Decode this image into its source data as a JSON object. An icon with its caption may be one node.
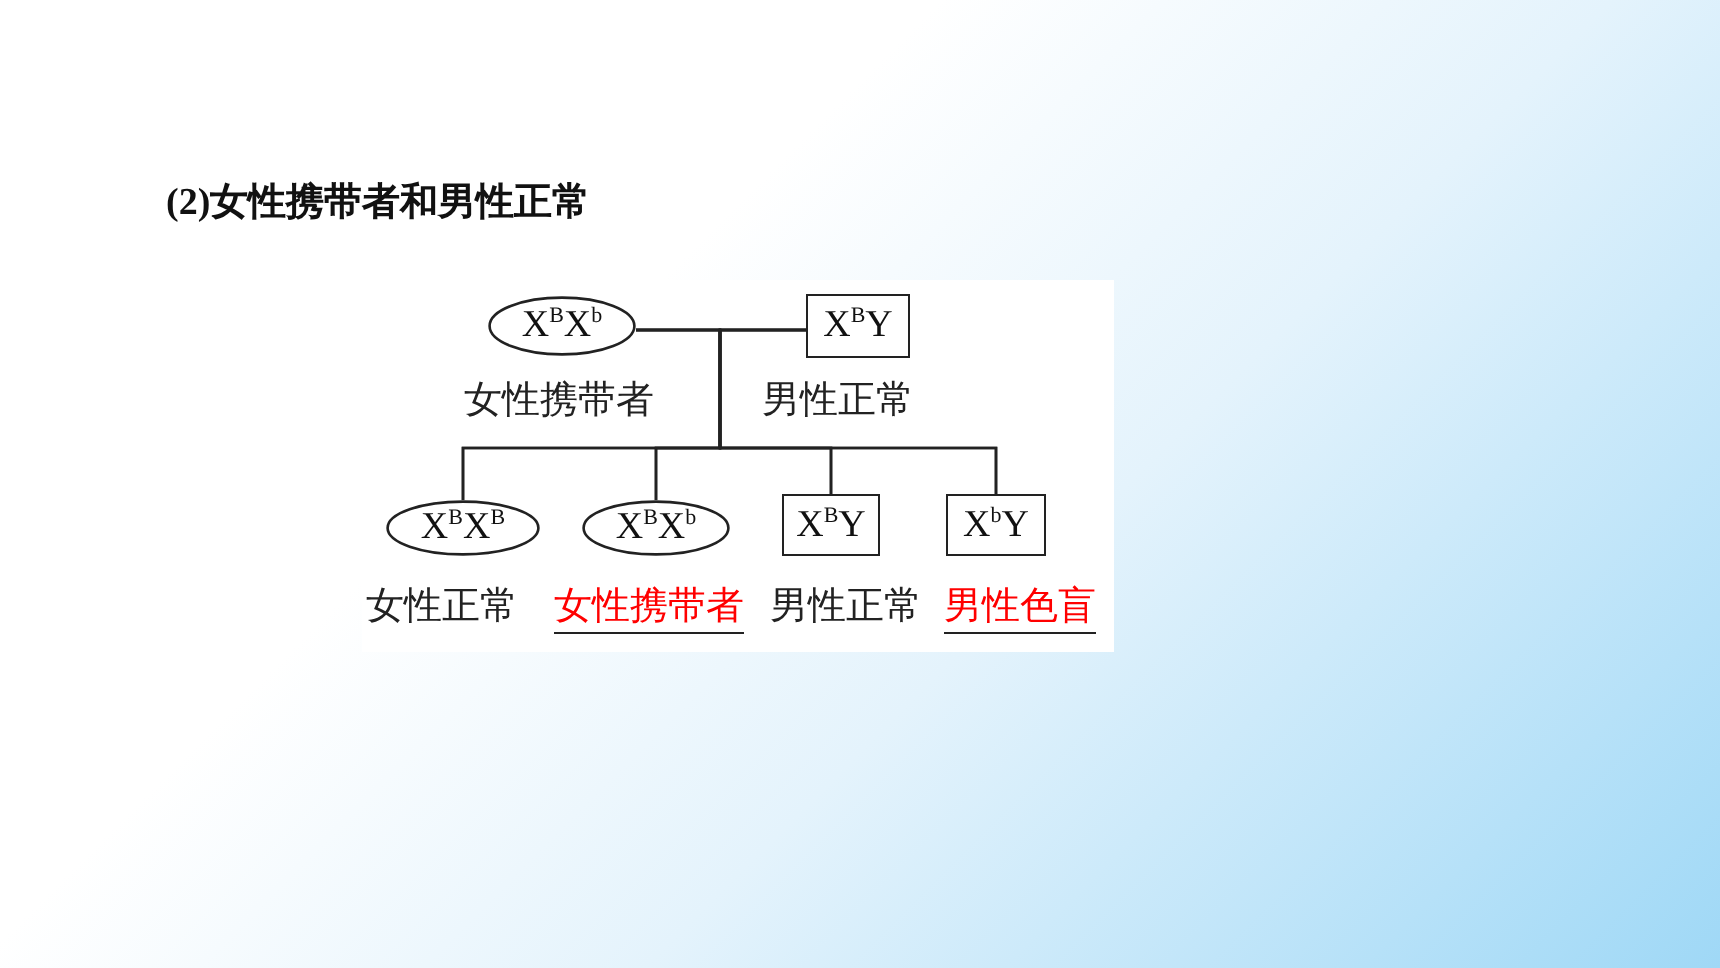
{
  "diagram": {
    "title": "(2)女性携带者和男性正常",
    "nodes": [
      {
        "text": [
          "X$^{B}$X$^{b}$"
        ],
        "beside": [
          "女性携带者"
        ]
      },
      {
        "text": [
          "X$^{B}$Y"
        ],
        "beside": [
          "男性正常"
        ]
      },
      {
        "text": [
          "X$^{B}$X$^{B}$"
        ],
        "beside": [
          "女性正常"
        ]
      },
      {
        "text": [
          "X$^{B}$X$^{b}$"
        ],
        "beside": [
          "女性携带者"
        ]
      },
      {
        "text": [
          "X$^{B}$Y"
        ],
        "beside": [
          "男性正常"
        ]
      },
      {
        "text": [
          "X$^{b}$Y"
        ],
        "beside": [
          "男性色盲"
        ]
      }
    ],
    "edges": [
      {
        "from": 0,
        "to": 1,
        "arrow": "none"
      },
      {
        "from": 0,
        "to": 2,
        "arrow": "none"
      },
      {
        "from": 0,
        "to": 3,
        "arrow": "none"
      },
      {
        "from": 0,
        "to": 4,
        "arrow": "none"
      },
      {
        "from": 0,
        "to": 5,
        "arrow": "none"
      },
      {
        "from": 1,
        "to": 2,
        "arrow": "none"
      },
      {
        "from": 1,
        "to": 3,
        "arrow": "none"
      },
      {
        "from": 1,
        "to": 4,
        "arrow": "none"
      },
      {
        "from": 1,
        "to": 5,
        "arrow": "none"
      }
    ]
  }
}
